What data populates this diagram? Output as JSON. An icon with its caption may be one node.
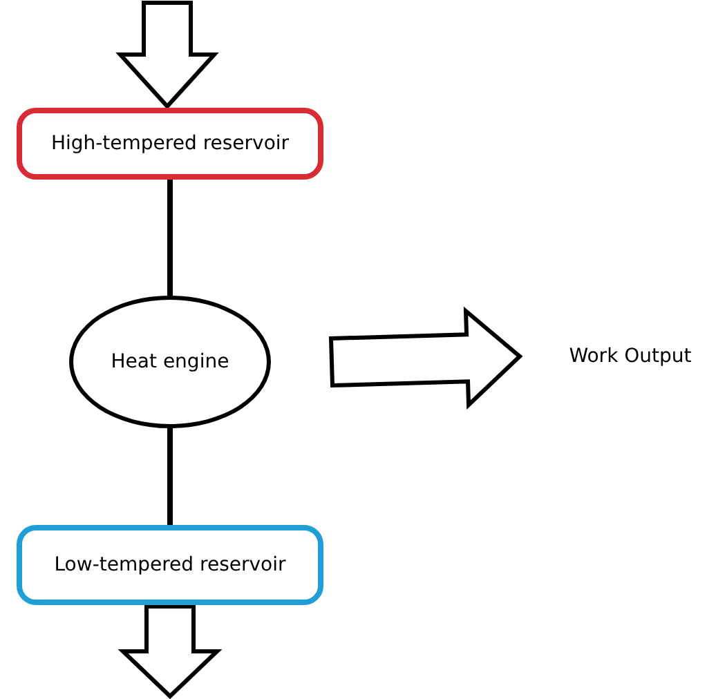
{
  "diagram": {
    "nodes": [
      {
        "text": [
          "High-tempered reservoir"
        ]
      },
      {
        "text": [
          "Heat engine"
        ]
      },
      {
        "text": [
          "Low-tempered reservoir"
        ]
      },
      {
        "text": [
          "Work Output"
        ]
      }
    ],
    "edges": [
      {
        "from": null,
        "to": 0,
        "arrow": "to"
      },
      {
        "from": 0,
        "to": 1,
        "arrow": "none"
      },
      {
        "from": 1,
        "to": 2,
        "arrow": "none"
      },
      {
        "from": 1,
        "to": 3,
        "arrow": "to"
      },
      {
        "from": 2,
        "to": null,
        "arrow": "to"
      }
    ]
  }
}
